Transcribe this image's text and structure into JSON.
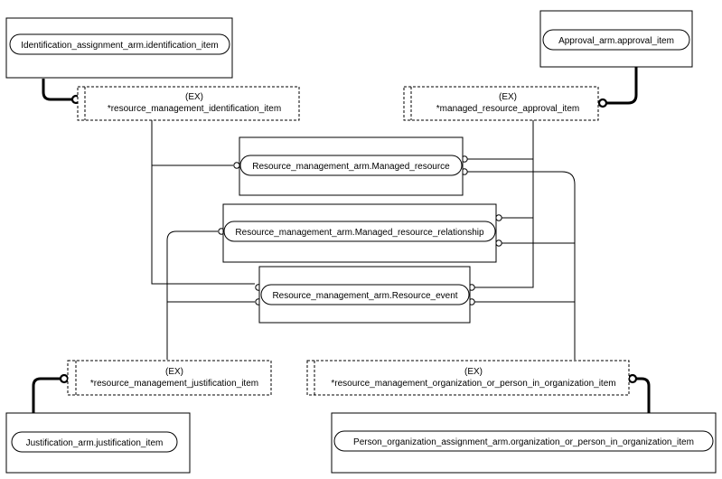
{
  "diagram": {
    "entities": {
      "identification_item": "Identification_assignment_arm.identification_item",
      "approval_item": "Approval_arm.approval_item",
      "managed_resource": "Resource_management_arm.Managed_resource",
      "managed_resource_relationship": "Resource_management_arm.Managed_resource_relationship",
      "resource_event": "Resource_management_arm.Resource_event",
      "justification_item": "Justification_arm.justification_item",
      "organization_item": "Person_organization_assignment_arm.organization_or_person_in_organization_item"
    },
    "selects": {
      "identification": {
        "tag": "(EX)",
        "name": "*resource_management_identification_item"
      },
      "approval": {
        "tag": "(EX)",
        "name": "*managed_resource_approval_item"
      },
      "justification": {
        "tag": "(EX)",
        "name": "*resource_management_justification_item"
      },
      "organization": {
        "tag": "(EX)",
        "name": "*resource_management_organization_or_person_in_organization_item"
      }
    }
  }
}
